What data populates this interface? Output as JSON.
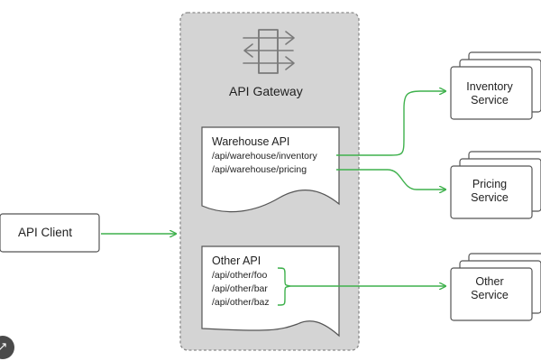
{
  "client": {
    "label": "API Client"
  },
  "gateway": {
    "title": "API Gateway"
  },
  "warehouse_api": {
    "title": "Warehouse API",
    "routes": [
      "/api/warehouse/inventory",
      "/api/warehouse/pricing"
    ]
  },
  "other_api": {
    "title": "Other API",
    "routes": [
      "/api/other/foo",
      "/api/other/bar",
      "/api/other/baz"
    ]
  },
  "services": [
    {
      "line1": "Inventory",
      "line2": "Service"
    },
    {
      "line1": "Pricing",
      "line2": "Service"
    },
    {
      "line1": "Other",
      "line2": "Service"
    }
  ],
  "colors": {
    "arrow": "#3fb14d",
    "gateway_fill": "#d4d4d4",
    "gateway_border": "#8a8a8a",
    "box_border": "#555555",
    "text": "#1f1f1f"
  },
  "icons": {
    "gateway": "gateway-arrows-icon",
    "corner": "share-icon"
  }
}
